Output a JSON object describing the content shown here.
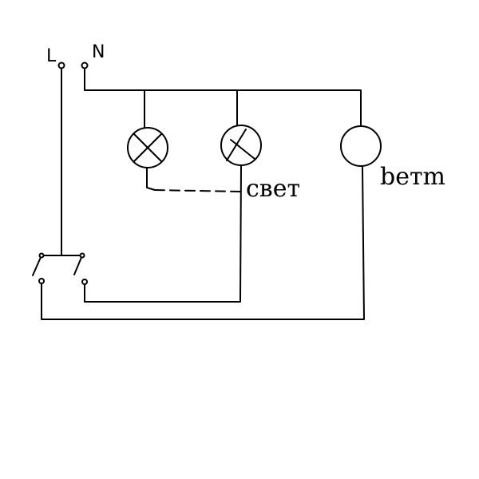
{
  "labels": {
    "line_terminal": "L",
    "neutral_terminal": "N",
    "light_label": "свет",
    "fan_label": "bетm"
  },
  "colors": {
    "ink": "#000000",
    "background": "#ffffff"
  },
  "icons": {
    "lamp_1": "cross-lamp-icon",
    "lamp_2": "cross-lamp-icon",
    "fan_load": "circle-load-icon",
    "switch": "double-switch-icon"
  }
}
